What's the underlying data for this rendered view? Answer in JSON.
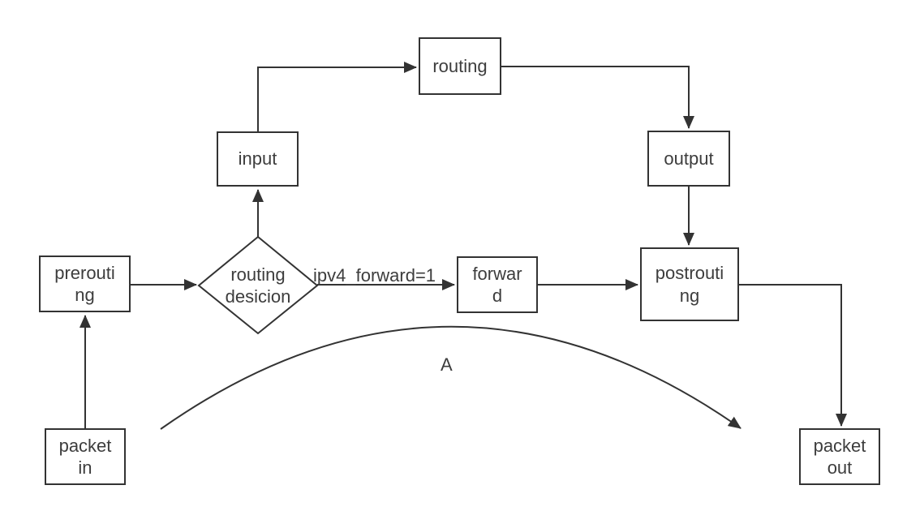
{
  "diagram": {
    "nodes": {
      "routing": {
        "label": "routing"
      },
      "input": {
        "label": "input"
      },
      "output": {
        "label": "output"
      },
      "prerouting": {
        "label": "prerouti\nng"
      },
      "routing_decision": {
        "label": "routing\ndesicion"
      },
      "forward": {
        "label": "forwar\nd"
      },
      "postrouting": {
        "label": "postrouti\nng"
      },
      "packet_in": {
        "label": "packet\nin"
      },
      "packet_out": {
        "label": "packet\nout"
      }
    },
    "edge_labels": {
      "ipv4_forward": "ipv4_forward=1",
      "curve": "A"
    },
    "colors": {
      "line": "#333333",
      "text": "#3d3d3d",
      "background": "#ffffff"
    }
  }
}
